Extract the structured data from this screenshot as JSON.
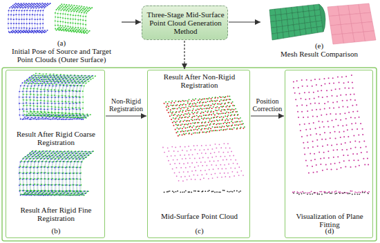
{
  "diagram": {
    "nodes": [
      {
        "text": [
          "Three-Stage Mid-Surface Point Cloud Generation Method"
        ]
      },
      {
        "text": [
          "(a)",
          "Initial Pose of Source and Target Point Clouds (Outer Surface)"
        ]
      },
      {
        "text": [
          "(e)",
          "Mesh Result Comparison"
        ]
      },
      {
        "text": [
          "Result After Rigid Coarse Registration",
          "Result After Rigid Fine Registration",
          "(b)"
        ]
      },
      {
        "text": [
          "Result After Non-Rigid Registration",
          "Mid-Surface Point Cloud",
          "(c)"
        ]
      },
      {
        "text": [
          "Visualization of Plane Fitting",
          "(d)"
        ]
      }
    ],
    "edges": [
      {
        "from": 1,
        "to": 0,
        "arrow": "to"
      },
      {
        "from": 0,
        "to": 2,
        "arrow": "to"
      },
      {
        "from": 0,
        "to": 4,
        "arrow": "to"
      },
      {
        "from": 3,
        "to": 4,
        "label": "Non-Rigid Registration",
        "arrow": "to"
      },
      {
        "from": 4,
        "to": 5,
        "label": "Position Correction",
        "arrow": "to"
      }
    ]
  }
}
